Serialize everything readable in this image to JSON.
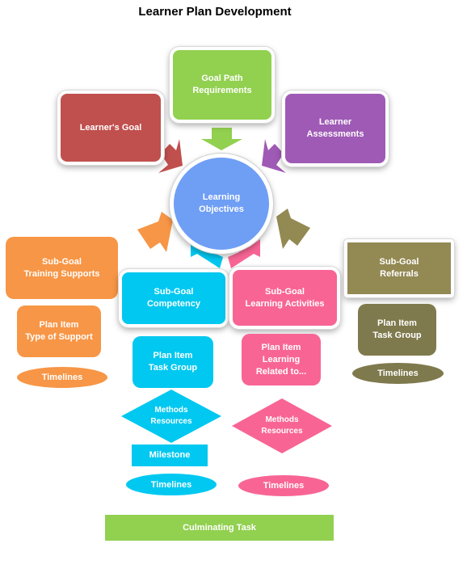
{
  "title": "Learner Plan Development",
  "nodes": {
    "goal_path": "Goal Path\nRequirements",
    "learners_goal": "Learner's Goal",
    "learner_assessments": "Learner\nAssessments",
    "learning_objectives": "Learning\nObjectives",
    "subgoal_training": "Sub-Goal\nTraining Supports",
    "subgoal_competency": "Sub-Goal\nCompetency",
    "subgoal_learning": "Sub-Goal\nLearning Activities",
    "subgoal_referrals": "Sub-Goal\nReferrals",
    "plan_type_support": "Plan Item\nType of Support",
    "plan_task_group_left": "Plan Item\nTask Group",
    "plan_learning_related": "Plan Item\nLearning\nRelated to...",
    "plan_task_group_right": "Plan Item\nTask Group",
    "methods_resources_left": "Methods\nResources",
    "methods_resources_right": "Methods\nResources",
    "milestone": "Milestone",
    "culminating_task": "Culminating Task"
  },
  "timelines": {
    "orange": "Timelines",
    "cyan": "Timelines",
    "pink": "Timelines",
    "olive": "Timelines"
  },
  "colors": {
    "green": "#92d050",
    "red": "#c0504d",
    "purple": "#9f5ab5",
    "blue": "#6f9ef5",
    "orange": "#f79646",
    "cyan": "#00c8f0",
    "pink": "#f86595",
    "olive": "#938953",
    "olive_dark": "#7f7a4d"
  }
}
